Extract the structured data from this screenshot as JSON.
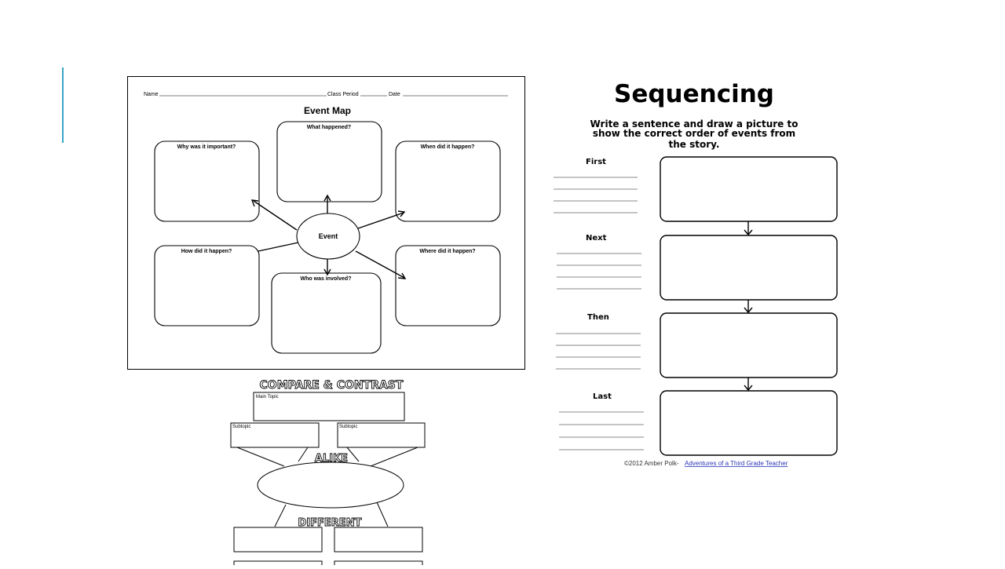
{
  "event_map": {
    "header": {
      "name_label": "Name",
      "class_period_label": "Class Period",
      "date_label": "Date"
    },
    "title": "Event Map",
    "center": "Event",
    "boxes": [
      "What happened?",
      "Why was it important?",
      "When did it happen?",
      "How did it happen?",
      "Where did it happen?",
      "Who was involved?"
    ]
  },
  "sequencing": {
    "title": "Sequencing",
    "instructions": [
      "Write a sentence and draw a picture to",
      "show the correct order of events from",
      "the story."
    ],
    "steps": [
      "First",
      "Next",
      "Then",
      "Last"
    ],
    "copyright": "©2012 Amber Polk-",
    "copyright_link": "Adventures of a Third Grade Teacher"
  },
  "compare_contrast": {
    "title": "COMPARE & CONTRAST",
    "main_topic": "Main Topic",
    "subtopic_left": "Subtopic",
    "subtopic_right": "Subtopic",
    "alike": "ALIKE",
    "different": "DIFFERENT"
  }
}
